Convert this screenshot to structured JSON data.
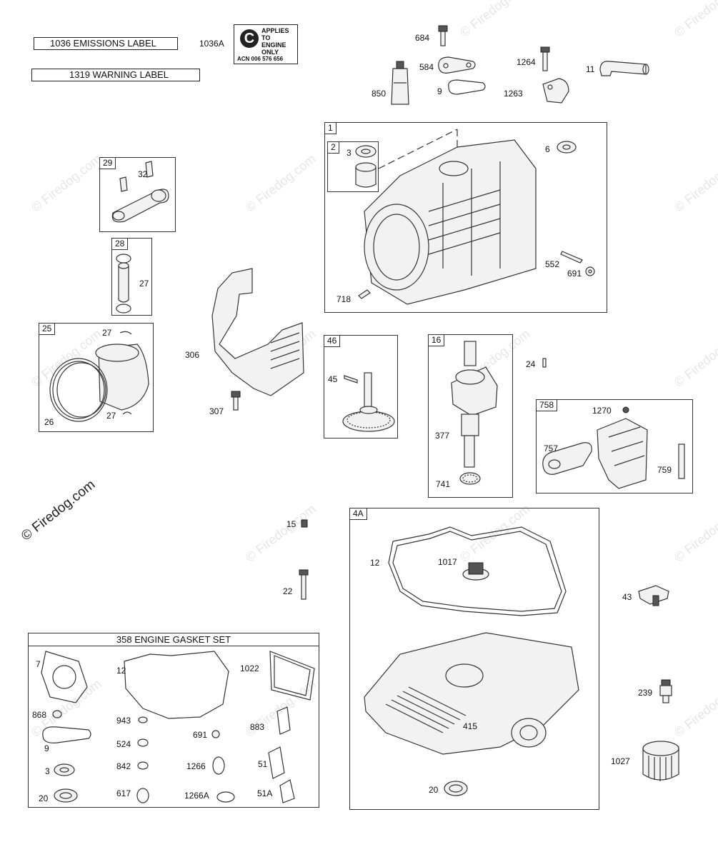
{
  "watermark": "© Firedog.com",
  "labels_top": {
    "emissions": "1036 EMISSIONS LABEL",
    "warning": "1319 WARNING LABEL",
    "emissions_alt": "1036A",
    "badge_text": "APPLIES TO ENGINE ONLY",
    "badge_acn": "ACN 006 576 656",
    "badge_symbol": "C"
  },
  "groups": {
    "g1": "1",
    "g2": "2",
    "g29": "29",
    "g28": "28",
    "g25": "25",
    "g46": "46",
    "g16": "16",
    "g758": "758",
    "g4a": "4A"
  },
  "gasket_set": {
    "title": "358 ENGINE GASKET SET",
    "parts": {
      "p7": "7",
      "p12": "12",
      "p1022": "1022",
      "p868": "868",
      "p943": "943",
      "p691": "691",
      "p883": "883",
      "p9": "9",
      "p524": "524",
      "p3": "3",
      "p842": "842",
      "p1266": "1266",
      "p51": "51",
      "p20": "20",
      "p617": "617",
      "p1266a": "1266A",
      "p51a": "51A"
    }
  },
  "parts": {
    "p684": "684",
    "p584": "584",
    "p1264": "1264",
    "p11": "11",
    "p850": "850",
    "p9": "9",
    "p1263": "1263",
    "p3": "3",
    "p6": "6",
    "p552": "552",
    "p691": "691",
    "p718": "718",
    "p32": "32",
    "p27a": "27",
    "p27b": "27",
    "p27c": "27",
    "p26": "26",
    "p306": "306",
    "p307": "307",
    "p45": "45",
    "p377": "377",
    "p741": "741",
    "p24": "24",
    "p1270": "1270",
    "p757": "757",
    "p759": "759",
    "p15": "15",
    "p22": "22",
    "p12": "12",
    "p1017": "1017",
    "p415": "415",
    "p20": "20",
    "p43": "43",
    "p239": "239",
    "p1027": "1027"
  }
}
